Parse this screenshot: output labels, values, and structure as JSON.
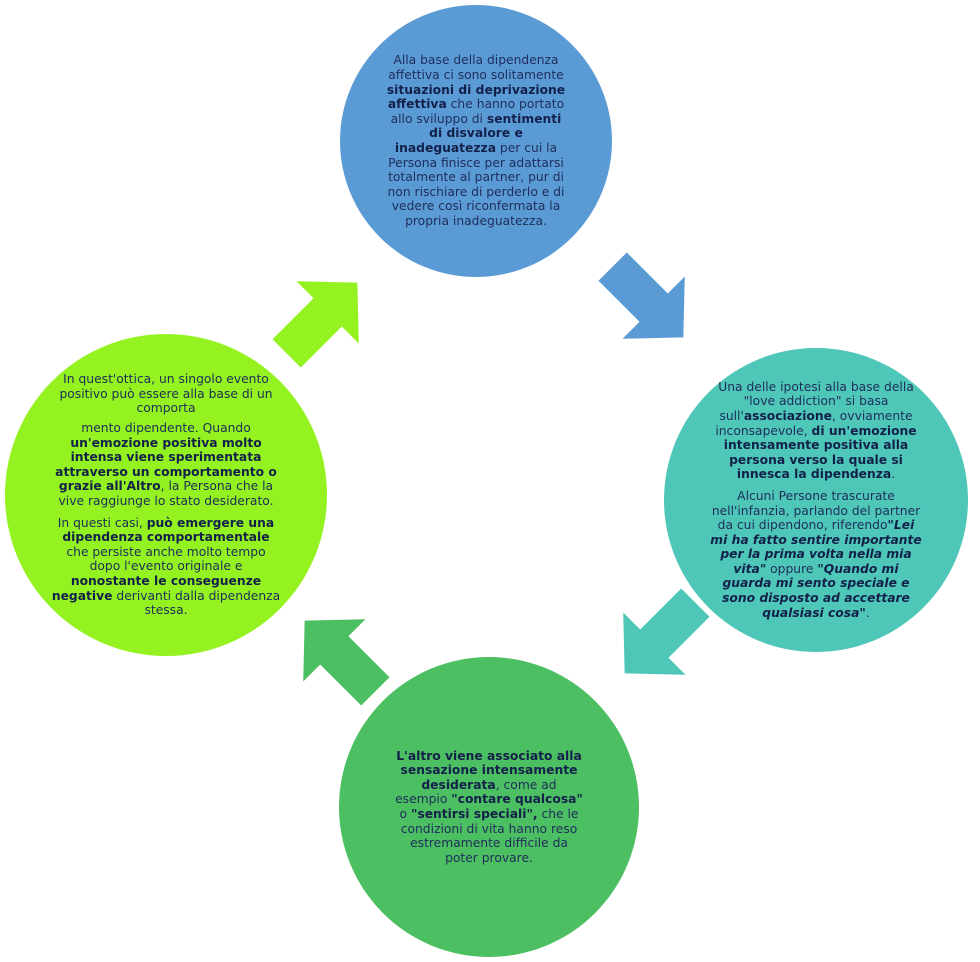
{
  "colors": {
    "top": "#5b9bd5",
    "right": "#4ec7b8",
    "bottom": "#4cbf62",
    "left": "#93f21f",
    "text": "#1f2d5a"
  },
  "cycle": {
    "top": {
      "p1": [
        {
          "t": "Alla base della dipendenza affettiva ci sono solitamente "
        },
        {
          "t": "situazioni di deprivazione affettiva",
          "b": true
        },
        {
          "t": " che hanno portato allo sviluppo di "
        },
        {
          "t": "sentimenti di disvalore e inadeguatezza",
          "b": true
        },
        {
          "t": " per cui la Persona finisce per adattarsi totalmente al partner, pur di non rischiare di perderlo e di vedere così riconfermata la propria inadeguatezza."
        }
      ]
    },
    "right": {
      "p1": [
        {
          "t": "Una delle ipotesi alla base della \"love addiction\" si basa sull'"
        },
        {
          "t": "associazione",
          "b": true
        },
        {
          "t": ", ovviamente inconsapevole, "
        },
        {
          "t": "di un'emozione intensamente positiva alla persona verso la quale si innesca la dipendenza",
          "b": true
        },
        {
          "t": "."
        }
      ],
      "p2": [
        {
          "t": "Alcuni Persone trascurate nell'infanzia, parlando del partner da cui dipendono, riferendo"
        },
        {
          "t": "\"Lei mi ha fatto sentire importante per la prima volta nella mia vita\"",
          "b": true,
          "i": true
        },
        {
          "t": " oppure "
        },
        {
          "t": "\"Quando mi guarda mi sento speciale e sono disposto ad accettare qualsiasi cosa\"",
          "b": true,
          "i": true
        },
        {
          "t": "."
        }
      ]
    },
    "bottom": {
      "p1": [
        {
          "t": "L'altro viene associato alla sensazione intensamente desiderata",
          "b": true
        },
        {
          "t": ", come ad esempio "
        },
        {
          "t": "\"contare qualcosa\"",
          "b": true
        },
        {
          "t": " o "
        },
        {
          "t": "\"sentirsi speciali\",",
          "b": true
        },
        {
          "t": " che le condizioni di vita hanno reso estremamente difficile da poter provare."
        }
      ]
    },
    "left": {
      "p1": [
        {
          "t": "In quest'ottica, un singolo evento positivo può essere alla base di un comporta"
        }
      ],
      "p2": [
        {
          "t": "mento dipendente. Quando "
        },
        {
          "t": "un'emozione positiva molto intensa viene sperimentata attraverso un comportamento o grazie all'Altro",
          "b": true
        },
        {
          "t": ", la Persona che la vive raggiunge lo stato desiderato."
        }
      ],
      "p3": [
        {
          "t": "In questi casi, "
        },
        {
          "t": "può emergere una dipendenza comportamentale",
          "b": true
        },
        {
          "t": " che persiste anche molto tempo dopo l'evento originale e "
        },
        {
          "t": "nonostante le conseguenze negative",
          "b": true
        },
        {
          "t": " derivanti dalla dipendenza stessa."
        }
      ]
    }
  }
}
